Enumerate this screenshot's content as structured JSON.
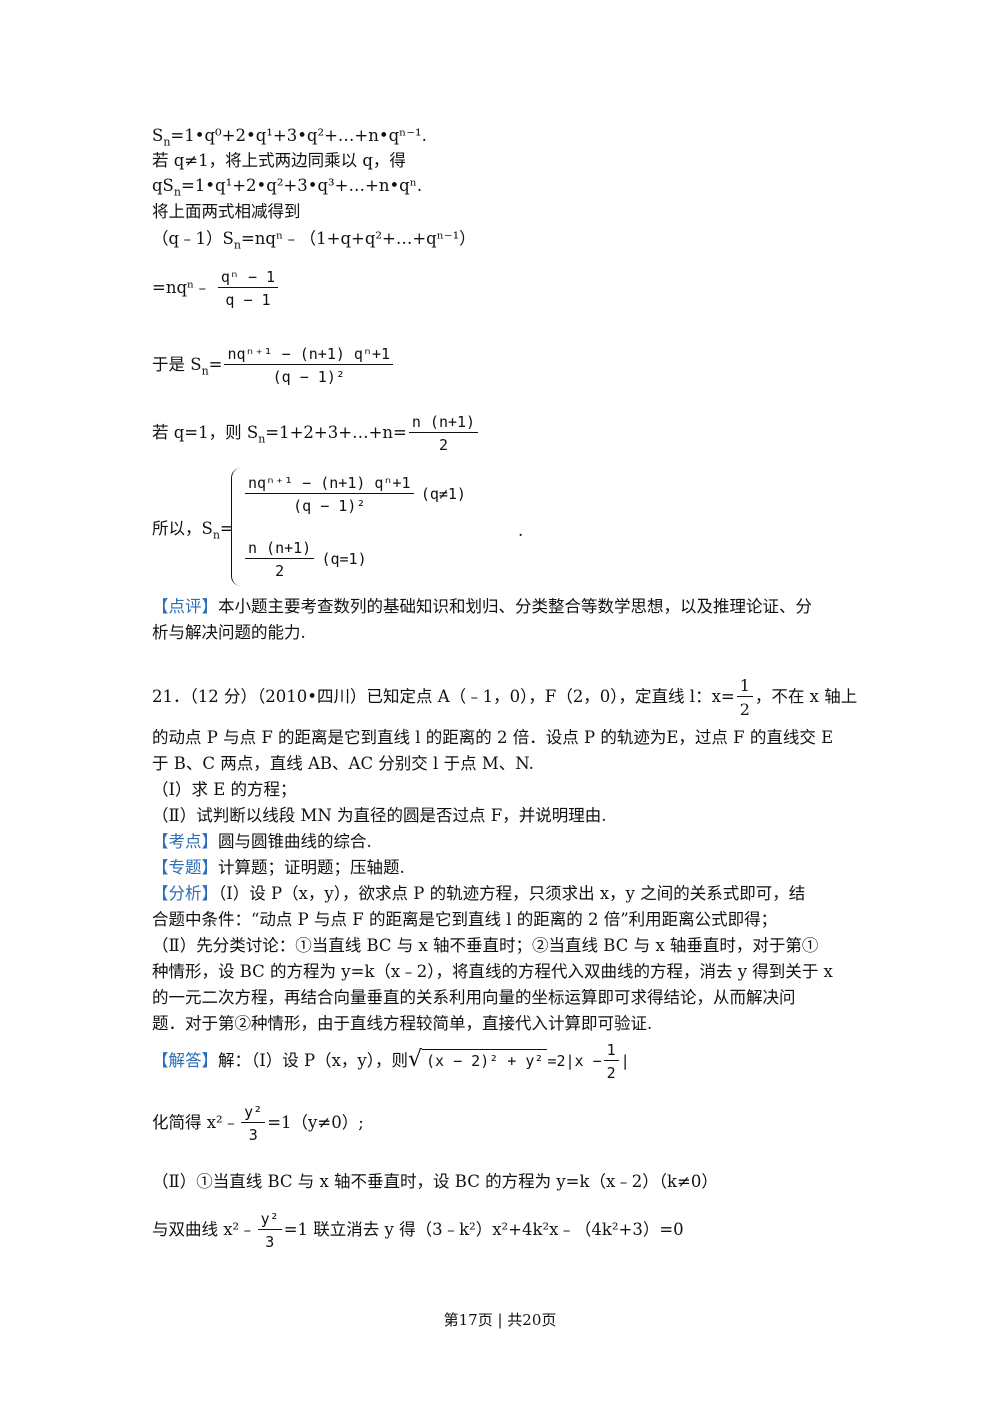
{
  "lines": {
    "l1_pre": "S",
    "l1_rest": "=1•q⁰+2•q¹+3•q²+…+n•qⁿ⁻¹.",
    "l2": "若 q≠1，将上式两边同乘以 q，得",
    "l3": "qS",
    "l3_rest": "=1•q¹+2•q²+3•q³+…+n•qⁿ.",
    "l4": "将上面两式相减得到",
    "l5": "（q﹣1）S",
    "l5_rest": "=nqⁿ﹣（1+q+q²+…+qⁿ⁻¹）",
    "l6_pre": "=nqⁿ﹣",
    "l6_num": "qⁿ − 1",
    "l6_den": "q − 1",
    "l7_pre": "于是 S",
    "l7_num": "nqⁿ⁺¹ − (n+1) qⁿ+1",
    "l7_den": "(q − 1)²",
    "l8_pre": "若 q=1，则 S",
    "l8_mid": "=1+2+3+…+n=",
    "l8_num": "n (n+1)",
    "l8_den": "2",
    "l9_pre": "所以，S",
    "case1_num": "nqⁿ⁺¹ − (n+1) qⁿ+1",
    "case1_den": "(q − 1)²",
    "case1_cond": "(q≠1)",
    "case2_num": "n (n+1)",
    "case2_den": "2",
    "case2_cond": "(q=1)",
    "l9_end": "."
  },
  "comment": {
    "tag": "【点评】",
    "text1": "本小题主要考查数列的基础知识和划归、分类整合等数学思想，以及推理论证、分",
    "text2": "析与解决问题的能力."
  },
  "problem21": {
    "header": "21．（12 分）（2010•四川）已知定点 A（﹣1，0），F（2，0），定直线 l：x=",
    "frac_num": "1",
    "frac_den": "2",
    "header_end": "，不在 x 轴上",
    "line2": "的动点 P 与点 F 的距离是它到直线 l 的距离的 2 倍．设点 P 的轨迹为E，过点 F 的直线交 E",
    "line3": "于 B、C 两点，直线 AB、AC 分别交 l 于点 M、N.",
    "q1": "（Ⅰ）求 E 的方程；",
    "q2": "（Ⅱ）试判断以线段 MN 为直径的圆是否过点 F，并说明理由.",
    "kd_tag": "【考点】",
    "kd_text": "圆与圆锥曲线的综合.",
    "zt_tag": "【专题】",
    "zt_text": "计算题；证明题；压轴题.",
    "fx_tag": "【分析】",
    "fx1": "（Ⅰ）设 P（x，y），欲求点 P 的轨迹方程，只须求出 x，y 之间的关系式即可，结",
    "fx2": "合题中条件：“动点 P 与点 F 的距离是它到直线 l 的距离的 2 倍”利用距离公式即得；",
    "fx3": "（Ⅱ）先分类讨论：①当直线 BC 与 x 轴不垂直时；②当直线 BC 与 x 轴垂直时，对于第①",
    "fx4": "种情形，设 BC 的方程为 y=k（x﹣2），将直线的方程代入双曲线的方程，消去 y 得到关于 x",
    "fx5": "的一元二次方程，再结合向量垂直的关系利用向量的坐标运算即可求得结论，从而解决问",
    "fx6": "题．对于第②种情形，由于直线方程较简单，直接代入计算即可验证.",
    "jd_tag": "【解答】",
    "jd1_pre": "解：（Ⅰ）设 P（x，y），则",
    "jd1_sqrt": "(x − 2)² + y²",
    "jd1_mid": "=2|x −",
    "jd1_num": "1",
    "jd1_den": "2",
    "jd1_end": "|",
    "jd2_pre": "化简得 x²﹣",
    "jd2_num": "y²",
    "jd2_den": "3",
    "jd2_end": "=1（y≠0）;",
    "jd3": "（Ⅱ）①当直线 BC 与 x 轴不垂直时，设 BC 的方程为 y=k（x﹣2）（k≠0）",
    "jd4_pre": "与双曲线 x²﹣",
    "jd4_num": "y²",
    "jd4_den": "3",
    "jd4_end": "=1 联立消去 y 得（3﹣k²）x²+4k²x﹣（4k²+3）=0"
  },
  "footer": {
    "text": "第17页 | 共20页"
  },
  "colors": {
    "tag_color": "#2a6fb8"
  }
}
